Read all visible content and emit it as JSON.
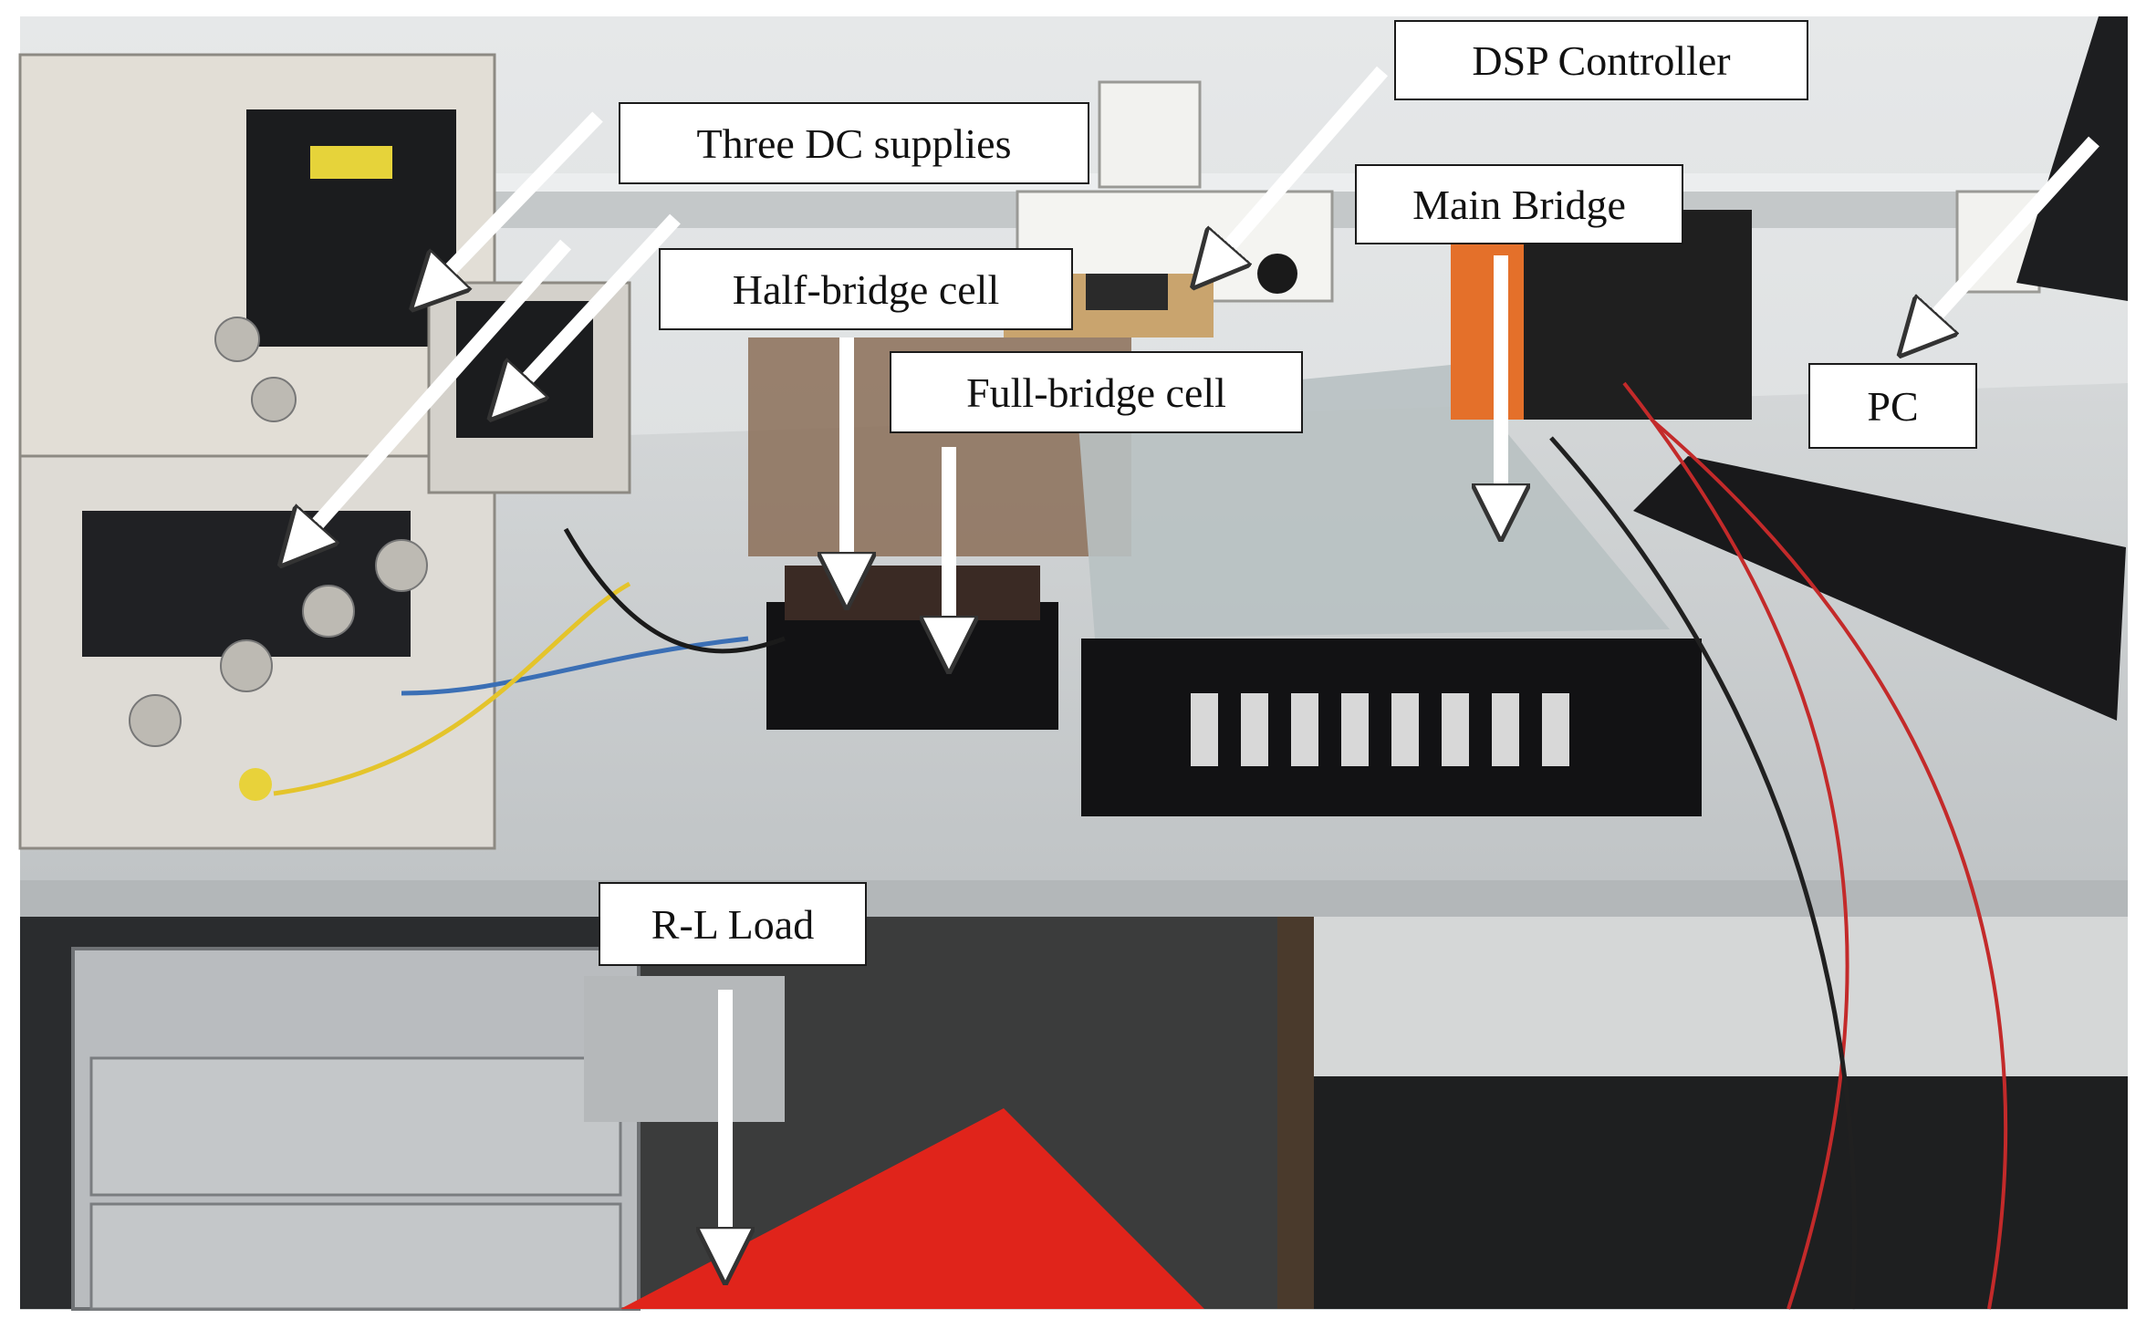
{
  "labels": {
    "dsp_controller": "DSP Controller",
    "three_dc_supplies": "Three DC supplies",
    "main_bridge": "Main Bridge",
    "half_bridge_cell": "Half-bridge cell",
    "full_bridge_cell": "Full-bridge cell",
    "pc": "PC",
    "rl_load": "R-L Load"
  },
  "colors": {
    "wall": "#d9dcdd",
    "desk": "#c9cdcf",
    "desk_edge": "#aeb2b4",
    "floor": "#202224",
    "red_box": "#e0241b",
    "cabinet": "#b9bcbf",
    "instrument": "#dedbd5",
    "black_panel": "#121214",
    "acrylic": "#b8c1c2",
    "arrow": "#ffffff"
  }
}
